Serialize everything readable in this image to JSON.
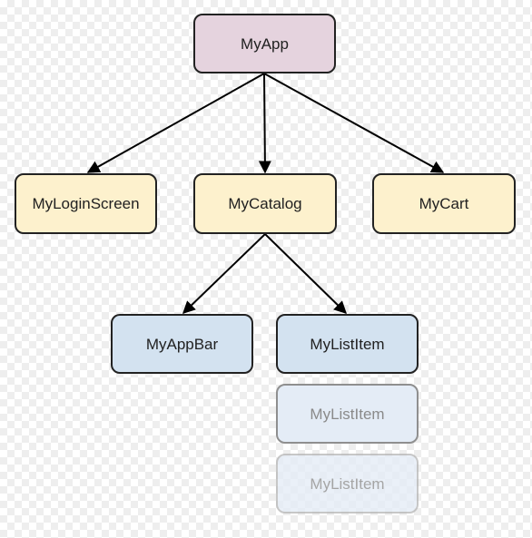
{
  "colors": {
    "root_fill": "#e5d3de",
    "level1_fill": "#fdf1cd",
    "level2_fill": "#d3e2f0",
    "ghost_fill": "#e4ecf6",
    "border": "#222222",
    "ghost_border": "#8f8f8f",
    "ghost_border_faint": "#b5b5b5",
    "edge": "#000000"
  },
  "nodes": {
    "myapp": {
      "label": "MyApp"
    },
    "mylogin": {
      "label": "MyLoginScreen"
    },
    "mycatalog": {
      "label": "MyCatalog"
    },
    "mycart": {
      "label": "MyCart"
    },
    "myappbar": {
      "label": "MyAppBar"
    },
    "mylistitem": {
      "label": "MyListItem"
    },
    "mylistitem_ghost1": {
      "label": "MyListItem"
    },
    "mylistitem_ghost2": {
      "label": "MyListItem"
    }
  },
  "edges": [
    {
      "from": "myapp",
      "to": "mylogin"
    },
    {
      "from": "myapp",
      "to": "mycatalog"
    },
    {
      "from": "myapp",
      "to": "mycart"
    },
    {
      "from": "mycatalog",
      "to": "myappbar"
    },
    {
      "from": "mycatalog",
      "to": "mylistitem"
    }
  ]
}
